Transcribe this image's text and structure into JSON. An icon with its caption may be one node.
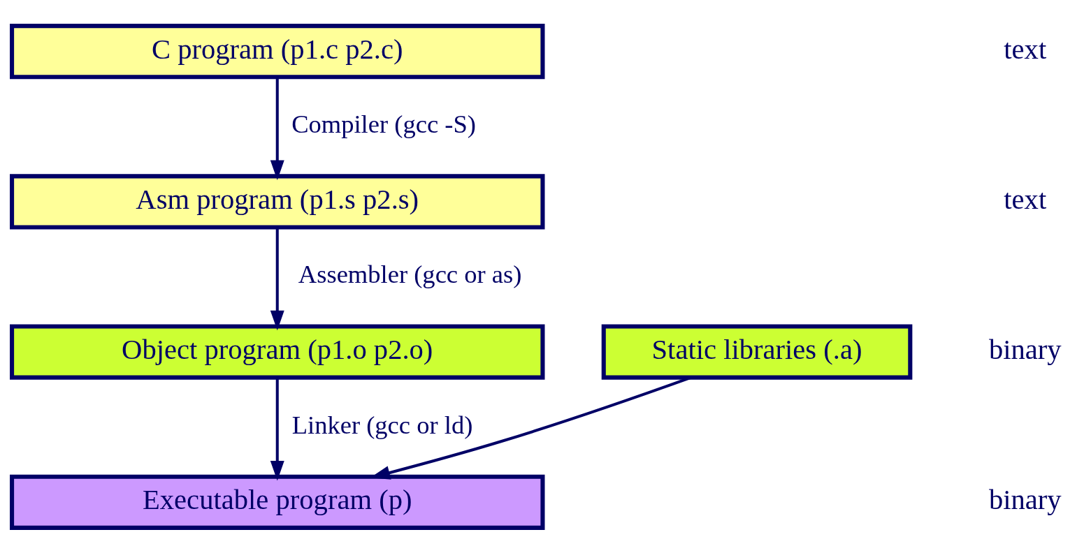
{
  "diagram": {
    "nodes": [
      {
        "text": [
          "C program (p1.c p2.c)"
        ]
      },
      {
        "text": [
          "Asm program (p1.s p2.s)"
        ]
      },
      {
        "text": [
          "Object program (p1.o p2.o)"
        ]
      },
      {
        "text": [
          "Static libraries (.a)"
        ]
      },
      {
        "text": [
          "Executable program (p)"
        ]
      }
    ],
    "edges": [
      {
        "from": 0,
        "to": 1,
        "arrow": "to",
        "label": "Compiler (gcc -S)"
      },
      {
        "from": 1,
        "to": 2,
        "arrow": "to",
        "label": "Assembler (gcc or as)"
      },
      {
        "from": 2,
        "to": 4,
        "arrow": "to",
        "label": "Linker (gcc or ld)"
      },
      {
        "from": 3,
        "to": 4,
        "arrow": "to"
      }
    ],
    "labels": [
      "text",
      "text",
      "binary",
      "binary"
    ]
  }
}
